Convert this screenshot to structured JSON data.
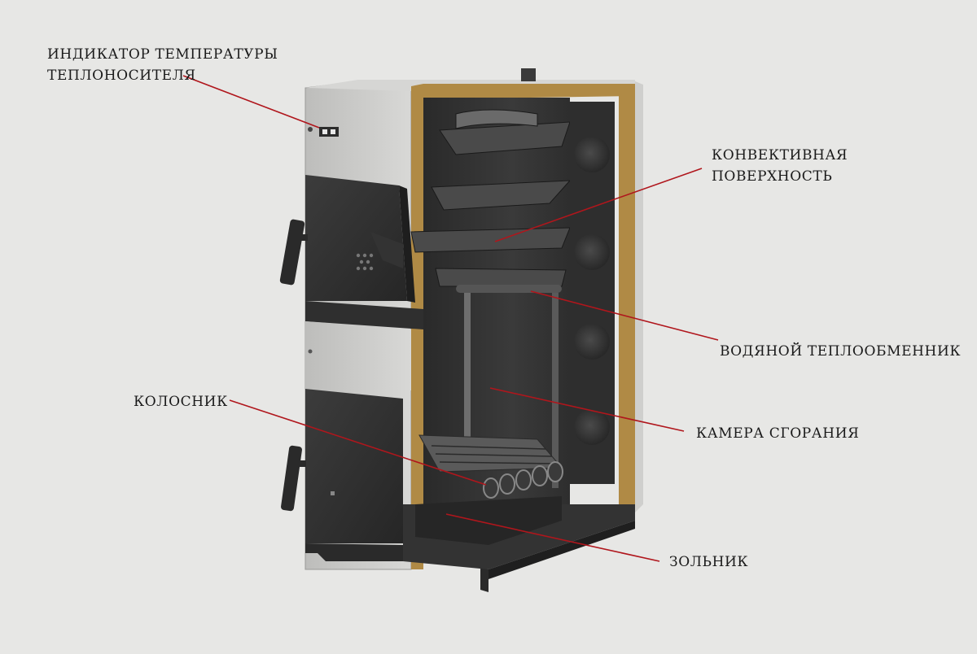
{
  "labels": {
    "temperature_indicator": [
      "ИНДИКАТОР ТЕМПЕРАТУРЫ",
      "ТЕПЛОНОСИТЕЛЯ"
    ],
    "convective_surface": [
      "КОНВЕКТИВНАЯ",
      "ПОВЕРХНОСТЬ"
    ],
    "water_heat_exchanger": "ВОДЯНОЙ ТЕПЛООБМЕННИК",
    "grate": "КОЛОСНИК",
    "combustion_chamber": "КАМЕРА СГОРАНИЯ",
    "ash_pan": "ЗОЛЬНИК"
  },
  "colors": {
    "background": "#e7e7e5",
    "leader_line": "#b0161c",
    "steel_dark": "#333333",
    "steel_light": "#c9c9c7",
    "insulation": "#b08a45"
  }
}
